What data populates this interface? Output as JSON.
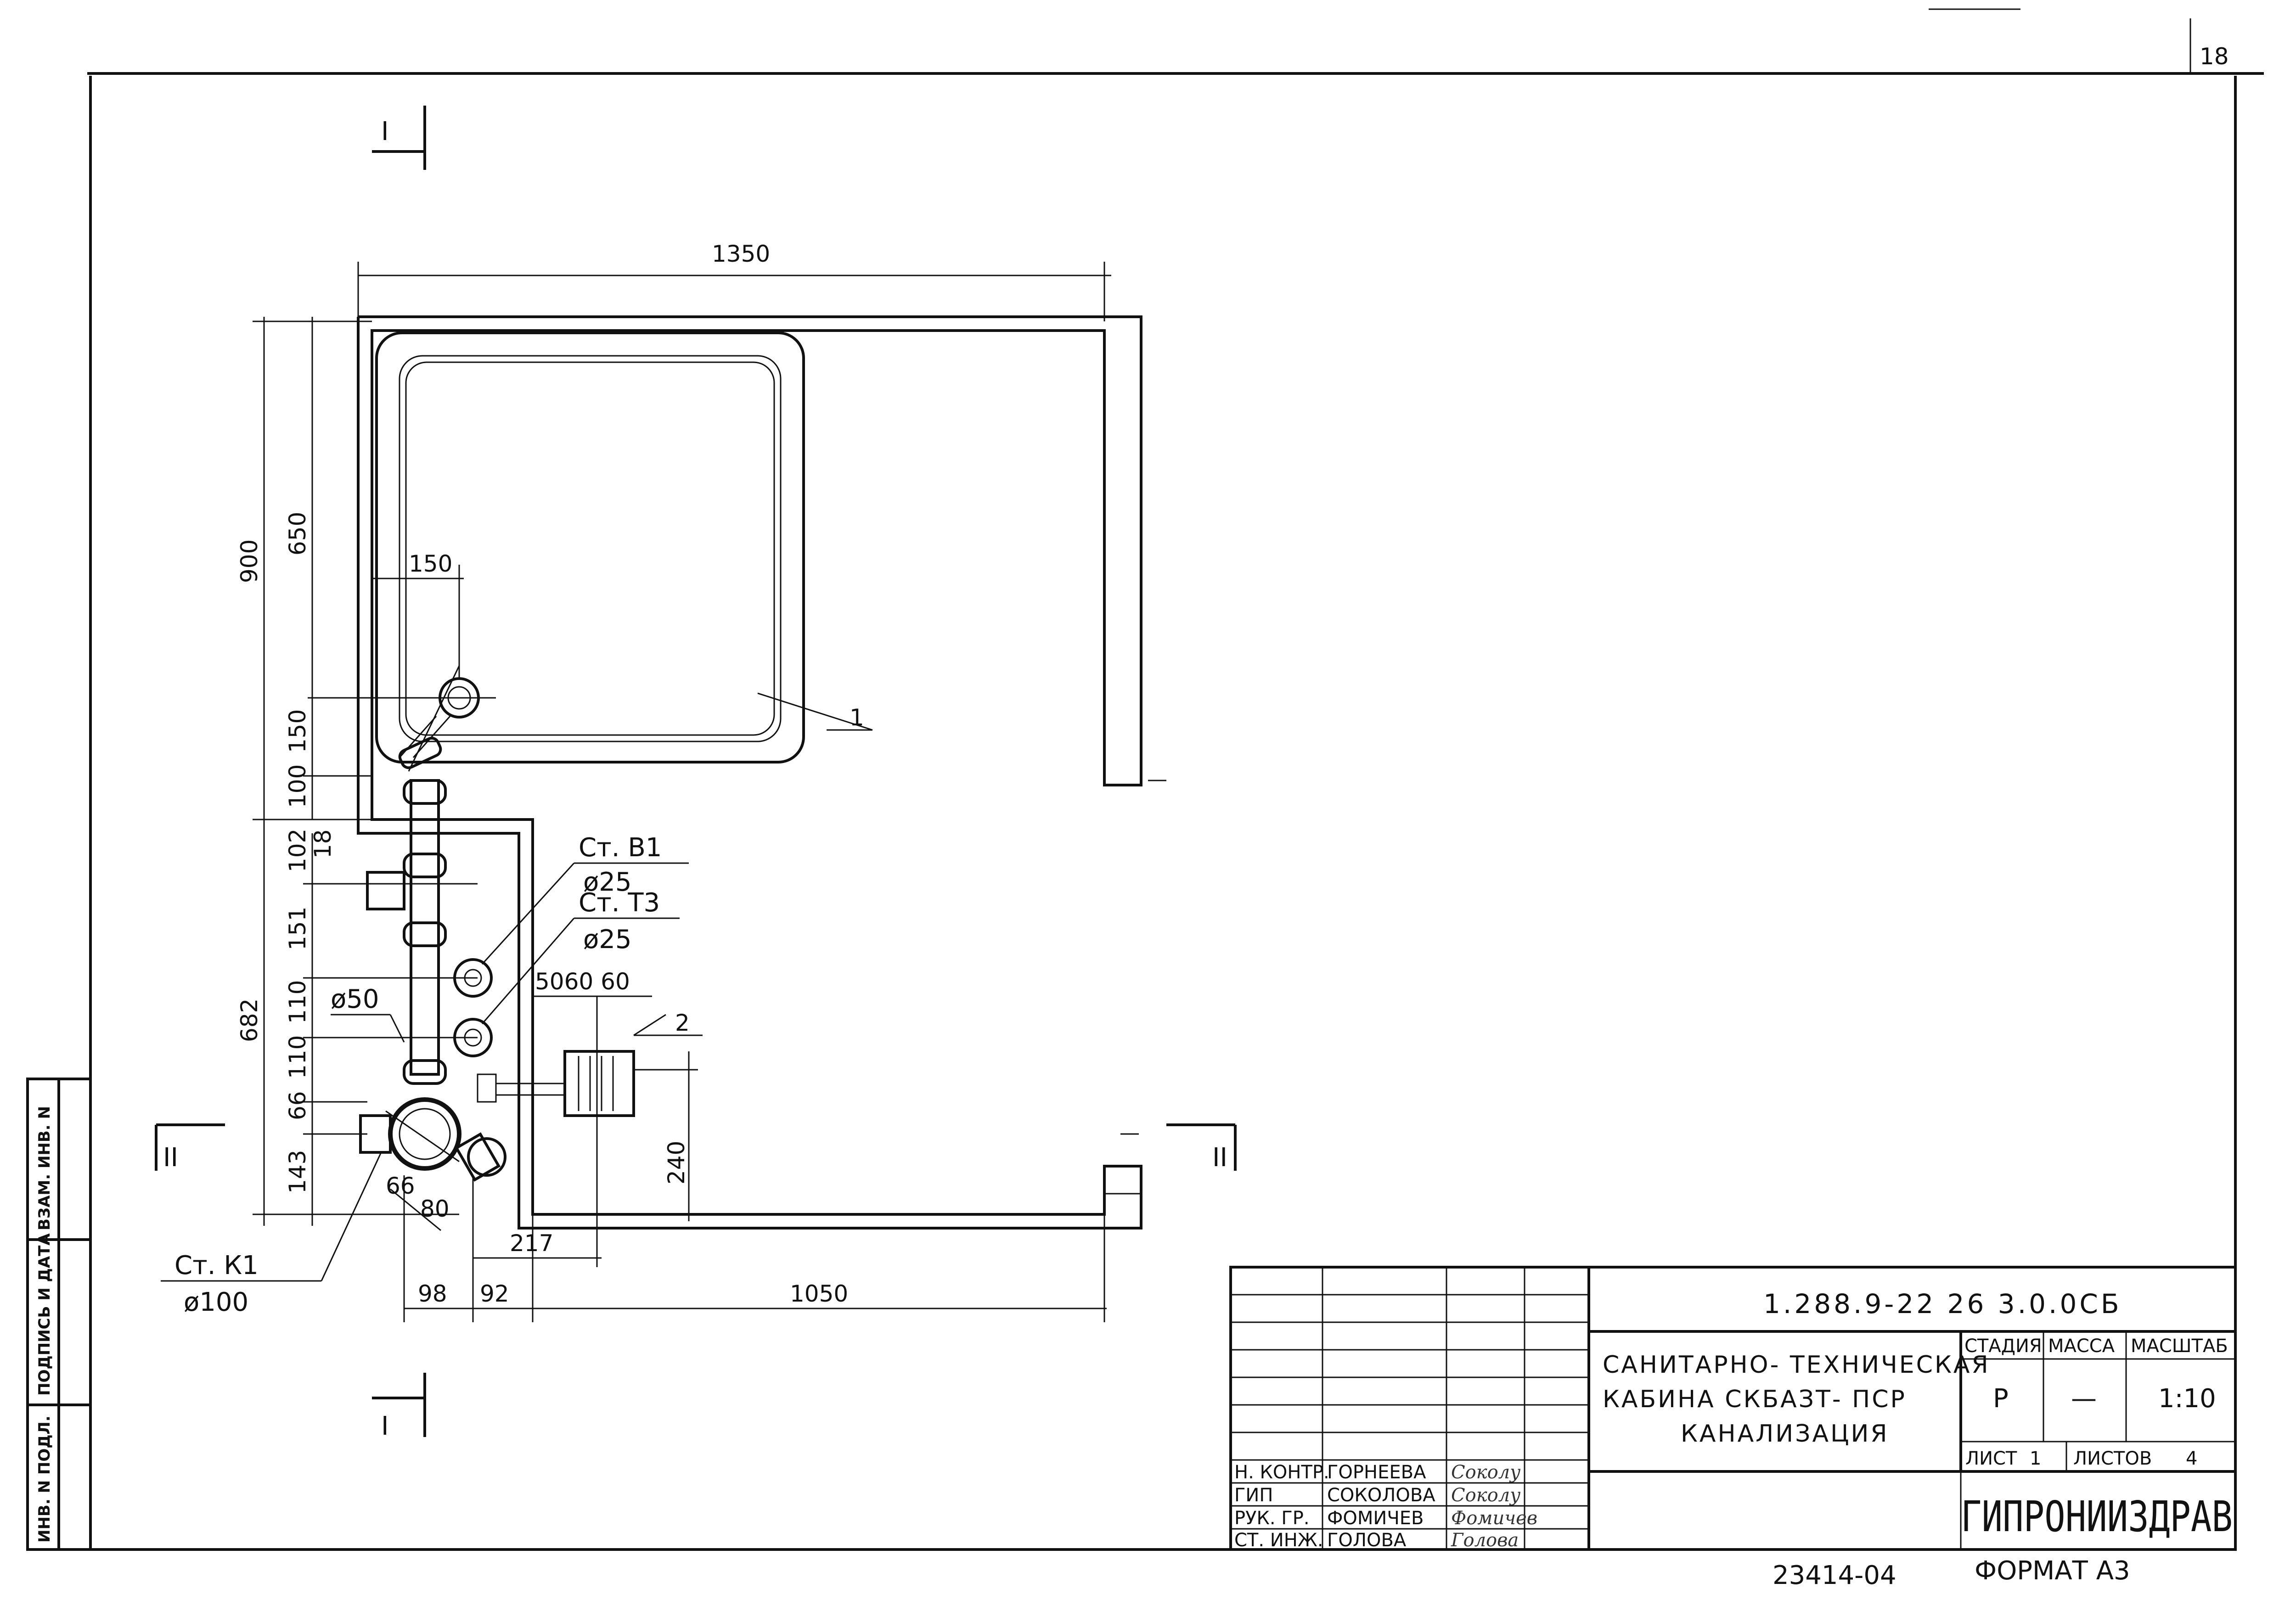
{
  "sheet_no": "18",
  "dimensions": {
    "d1350": "1350",
    "d150_top": "150",
    "d900": "900",
    "d650": "650",
    "d150_left": "150",
    "d100": "100",
    "d682": "682",
    "d102": "102",
    "d18": "18",
    "d151": "151",
    "d110_a": "110",
    "d110_b": "110",
    "d66_left": "66",
    "d143": "143",
    "d50_60_60": "5060 60",
    "d240": "240",
    "d66_diag": "66",
    "d80": "80",
    "d217": "217",
    "d98": "98",
    "d92": "92",
    "d1050": "1050"
  },
  "labels": {
    "st_b1": "Ст. В1",
    "st_b1_dia": "ø25",
    "st_t3": "Ст. Т3",
    "st_t3_dia": "ø25",
    "pipe_dia": "ø50",
    "st_k1": "Ст. К1",
    "st_k1_dia": "ø100",
    "pos1": "1",
    "pos2": "2",
    "sec_I": "I",
    "sec_II": "II"
  },
  "side_stamp": {
    "inv_podl": "ИНВ. N ПОДЛ.",
    "podpis": "ПОДПИСЬ И ДАТА",
    "vzam": "ВЗАМ. ИНВ. N"
  },
  "title_block": {
    "doc_code": "1.288.9-22 26  3.0.0СБ",
    "title_l1": "САНИТАРНО- ТЕХНИЧЕСКАЯ",
    "title_l2": "КАБИНА СКБАЗТ- ПСР",
    "title_l3": "КАНАЛИЗАЦИЯ",
    "h_stage": "СТАДИЯ",
    "h_mass": "МАССА",
    "h_scale": "МАСШТАБ",
    "stage": "Р",
    "mass": "—",
    "scale": "1:10",
    "sheet_label": "ЛИСТ",
    "sheet_val": "1",
    "sheets_label": "ЛИСТОВ",
    "sheets_val": "4",
    "org": "ГИПРОНИИЗДРАВ",
    "roles": [
      "Н. КОНТР.",
      "ГИП",
      "РУК. ГР.",
      "СТ. ИНЖ."
    ],
    "names": [
      "ГОРНЕЕВА",
      "СОКОЛОВА",
      "ФОМИЧЕВ",
      "ГОЛОВА"
    ],
    "signatures": [
      "Соколу",
      "Соколу",
      "Фомичев",
      "Голова"
    ]
  },
  "footer": {
    "inv": "23414-04",
    "format": "ФОРМАТ  А3"
  }
}
